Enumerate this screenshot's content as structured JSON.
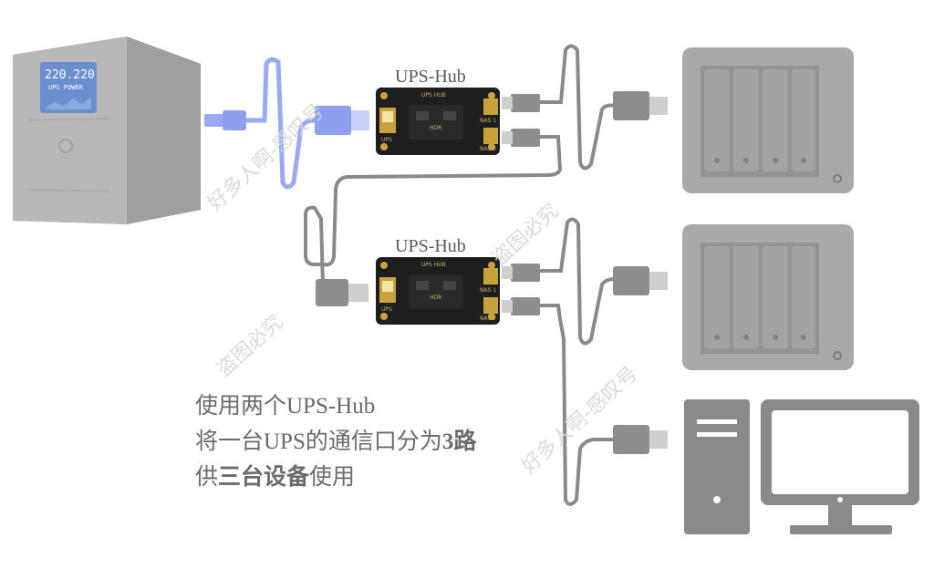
{
  "ups": {
    "display_voltage": "220.220",
    "display_brand": "UPS POWER"
  },
  "hubs": [
    {
      "label": "UPS-Hub",
      "board_title": "UPS HUB",
      "center_mark": "HDR",
      "port_in": "UPS",
      "port_out_1": "NAS 1",
      "port_out_2": "NAS 2"
    },
    {
      "label": "UPS-Hub",
      "board_title": "UPS HUB",
      "center_mark": "HDR",
      "port_in": "UPS",
      "port_out_1": "NAS 1",
      "port_out_2": "NAS 2"
    }
  ],
  "caption": {
    "line1": "使用两个UPS-Hub",
    "line2_a": "将一台UPS的通信口分为",
    "line2_b": "3路",
    "line3_a": "供",
    "line3_b": "三台设备",
    "line3_c": "使用"
  },
  "watermarks": [
    "好多人啊-感叹号",
    "盗图必究",
    "盗图必究",
    "好多人啊-感叹号"
  ],
  "colors": {
    "usb_cable_blue": "#9aa9f5",
    "cable_gray": "#8a8a8a",
    "device_gray": "#a9a9a9",
    "pcb_black": "#1e1e1e",
    "pcb_gold": "#c9a23a"
  }
}
